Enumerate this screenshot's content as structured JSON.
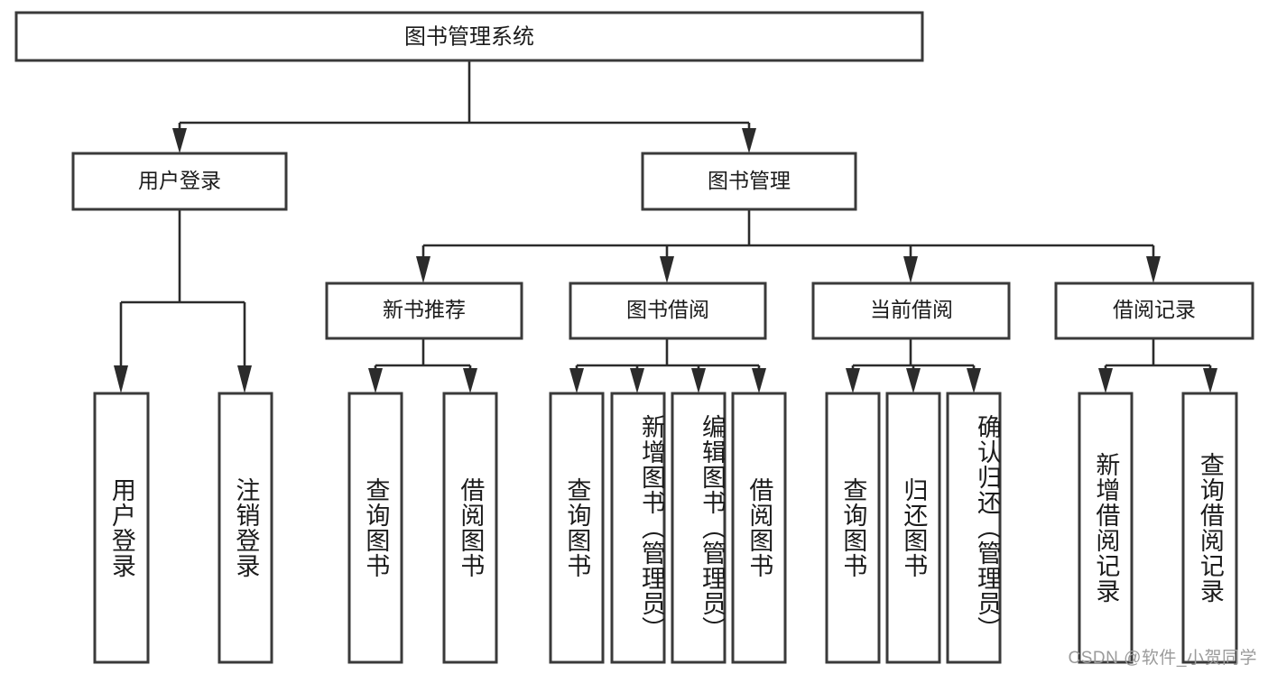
{
  "diagram": {
    "title": "图书管理系统",
    "watermark": "CSDN @软件_小贺同学",
    "colors": {
      "box_stroke": "#3a3a3a",
      "connector": "#2b2b2b",
      "text": "#1b1b1b",
      "background": "#ffffff",
      "watermark": "#9b9b9b"
    },
    "root": {
      "label": "图书管理系统"
    },
    "level2": [
      {
        "label": "用户登录"
      },
      {
        "label": "图书管理"
      }
    ],
    "level3": [
      {
        "label": "新书推荐"
      },
      {
        "label": "图书借阅"
      },
      {
        "label": "当前借阅"
      },
      {
        "label": "借阅记录"
      }
    ],
    "leaves": {
      "user_login": [
        {
          "label": "用户登录"
        },
        {
          "label": "注销登录"
        }
      ],
      "new_book_recommend": [
        {
          "label": "查询图书"
        },
        {
          "label": "借阅图书"
        }
      ],
      "book_borrow": [
        {
          "label": "查询图书"
        },
        {
          "label": "新增图书（管理员）"
        },
        {
          "label": "编辑图书（管理员）"
        },
        {
          "label": "借阅图书"
        }
      ],
      "current_borrow": [
        {
          "label": "查询图书"
        },
        {
          "label": "归还图书"
        },
        {
          "label": "确认归还（管理员）"
        }
      ],
      "borrow_record": [
        {
          "label": "新增借阅记录"
        },
        {
          "label": "查询借阅记录"
        }
      ]
    }
  }
}
